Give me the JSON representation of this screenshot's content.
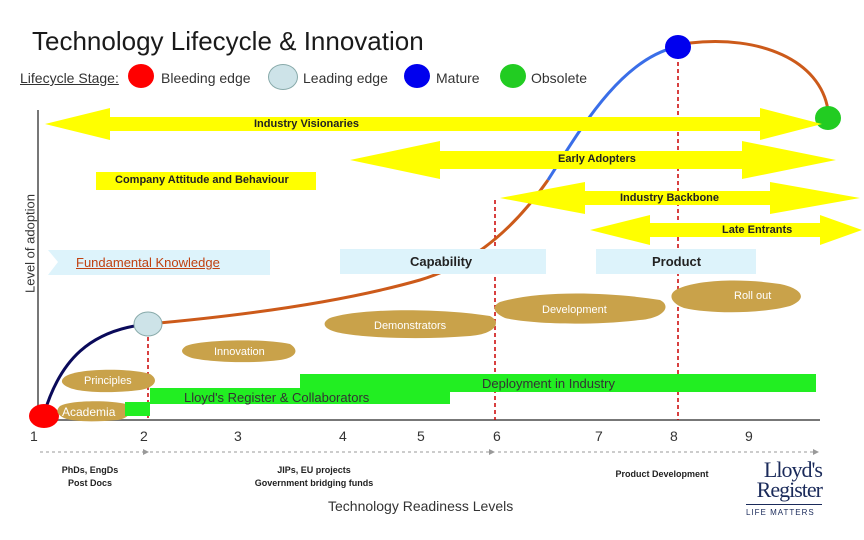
{
  "title": "Technology Lifecycle & Innovation",
  "legend": {
    "prefix": "Lifecycle Stage:",
    "items": [
      {
        "label": "Bleeding edge",
        "color": "#ff0000"
      },
      {
        "label": "Leading edge",
        "color": "#cde3e8"
      },
      {
        "label": "Mature",
        "color": "#0000ee"
      },
      {
        "label": "Obsolete",
        "color": "#22cc22"
      }
    ]
  },
  "y_axis_label": "Level of adoption",
  "arrows": {
    "industry_visionaries": "Industry Visionaries",
    "early_adopters": "Early Adopters",
    "company_attitude": "Company Attitude and Behaviour",
    "industry_backbone": "Industry Backbone",
    "late_entrants": "Late Entrants"
  },
  "boxes": {
    "fundamental_knowledge": "Fundamental Knowledge",
    "capability": "Capability",
    "product": "Product"
  },
  "blobs": {
    "roll_out": "Roll out",
    "development": "Development",
    "demonstrators": "Demonstrators",
    "innovation": "Innovation",
    "principles": "Principles",
    "academia": "Academia"
  },
  "bars": {
    "deployment": "Deployment in Industry",
    "collaborators": "Lloyd's Register & Collaborators"
  },
  "trl": {
    "ticks": [
      "1",
      "2",
      "3",
      "4",
      "5",
      "6",
      "7",
      "8",
      "9"
    ],
    "label": "Technology Readiness Levels",
    "groups": [
      {
        "line1": "PhDs, EngDs",
        "line2": "Post Docs"
      },
      {
        "line1": "JIPs, EU projects",
        "line2": "Government bridging funds"
      },
      {
        "line1": "Product Development",
        "line2": ""
      }
    ]
  },
  "logo": {
    "line1": "Lloyd's",
    "line2": "Register",
    "tagline": "LIFE MATTERS"
  },
  "colors": {
    "yellow": "#ffff00",
    "light_blue": "#ddf3fb",
    "green_bar": "#22ee22",
    "blob": "#c9a24a",
    "curve_blue": "#0a0a5a",
    "curve_orange": "#cc5a1a",
    "curve_light_blue": "#3a6ee8",
    "dashed_red": "#cc0000"
  }
}
